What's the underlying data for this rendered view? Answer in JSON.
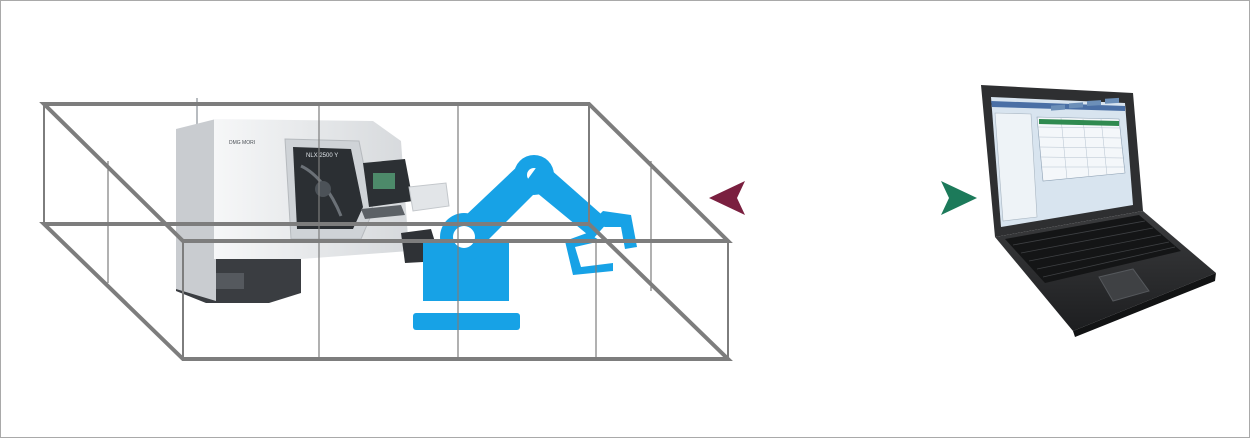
{
  "diagram": {
    "machine": {
      "name_plate": "NLX 2500 Y",
      "brand_label": "DMG MORI",
      "window_color": "#2b2f33",
      "body_color": "#e9ebed",
      "base_color": "#3a3d41"
    },
    "robot": {
      "color": "#17a2e6",
      "joint_color": "#ffffff"
    },
    "grid_frame": {
      "color": "#7d7d7d"
    },
    "connection": {
      "type": "bidirectional",
      "gradient_start": "#7a1f3f",
      "gradient_mid": "#1f3a8a",
      "gradient_end": "#1c7a5a"
    },
    "laptop": {
      "case_color": "#2e2f31",
      "screen_bg": "#d8e4ef",
      "screen_accent": "#2f8a4f"
    }
  }
}
